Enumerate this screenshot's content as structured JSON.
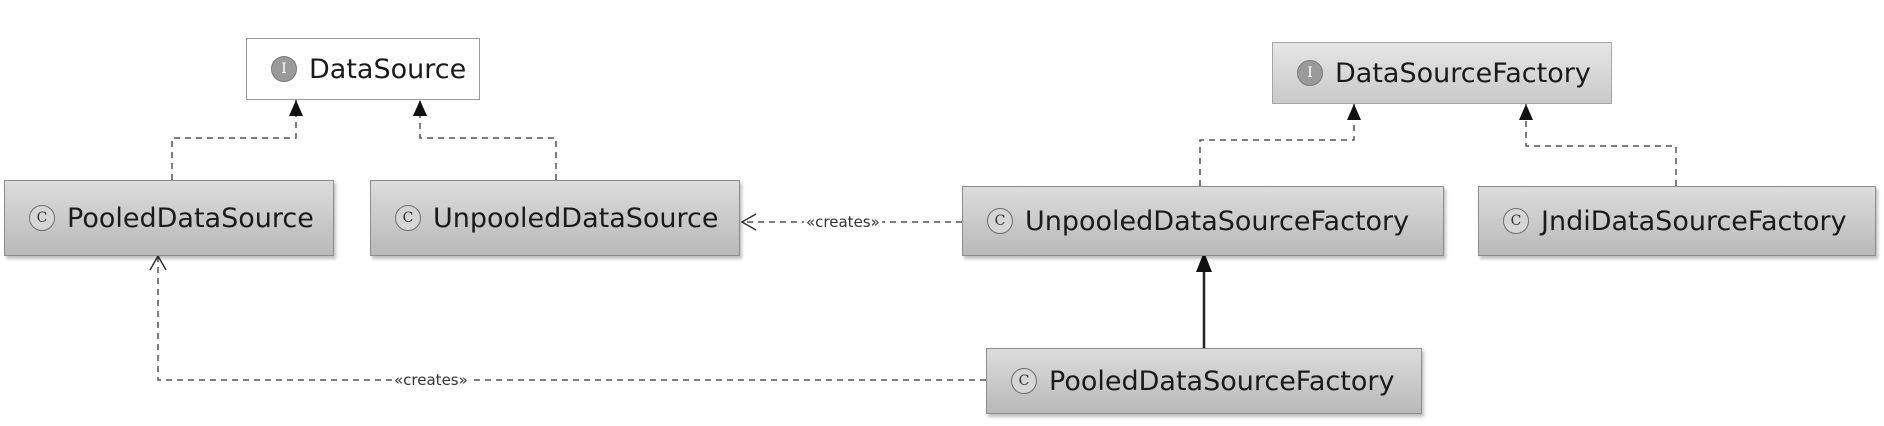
{
  "nodes": {
    "datasource": {
      "kind": "interface",
      "badge": "I",
      "name": "DataSource"
    },
    "datasource_factory": {
      "kind": "interface",
      "badge": "I",
      "name": "DataSourceFactory"
    },
    "pooled_datasource": {
      "kind": "class",
      "badge": "C",
      "name": "PooledDataSource"
    },
    "unpooled_datasource": {
      "kind": "class",
      "badge": "C",
      "name": "UnpooledDataSource"
    },
    "unpooled_datasource_factory": {
      "kind": "class",
      "badge": "C",
      "name": "UnpooledDataSourceFactory"
    },
    "jndi_datasource_factory": {
      "kind": "class",
      "badge": "C",
      "name": "JndiDataSourceFactory"
    },
    "pooled_datasource_factory": {
      "kind": "class",
      "badge": "C",
      "name": "PooledDataSourceFactory"
    }
  },
  "edges": {
    "creates_unpooled": {
      "from": "UnpooledDataSourceFactory",
      "to": "UnpooledDataSource",
      "relation": "dependency",
      "label": "«creates»"
    },
    "creates_pooled": {
      "from": "PooledDataSourceFactory",
      "to": "PooledDataSource",
      "relation": "dependency",
      "label": "«creates»"
    },
    "pooled_impl": {
      "from": "PooledDataSource",
      "to": "DataSource",
      "relation": "implements"
    },
    "unpooled_impl": {
      "from": "UnpooledDataSource",
      "to": "DataSource",
      "relation": "implements"
    },
    "unpooled_factory_impl": {
      "from": "UnpooledDataSourceFactory",
      "to": "DataSourceFactory",
      "relation": "implements"
    },
    "jndi_factory_impl": {
      "from": "JndiDataSourceFactory",
      "to": "DataSourceFactory",
      "relation": "implements"
    },
    "pooled_factory_extends": {
      "from": "PooledDataSourceFactory",
      "to": "UnpooledDataSourceFactory",
      "relation": "extends"
    }
  },
  "colors": {
    "line": "#555555",
    "class_fill_top": "#dcdcdc",
    "class_fill_bottom": "#b9b9b9",
    "interface_border": "#9a9a9a"
  }
}
